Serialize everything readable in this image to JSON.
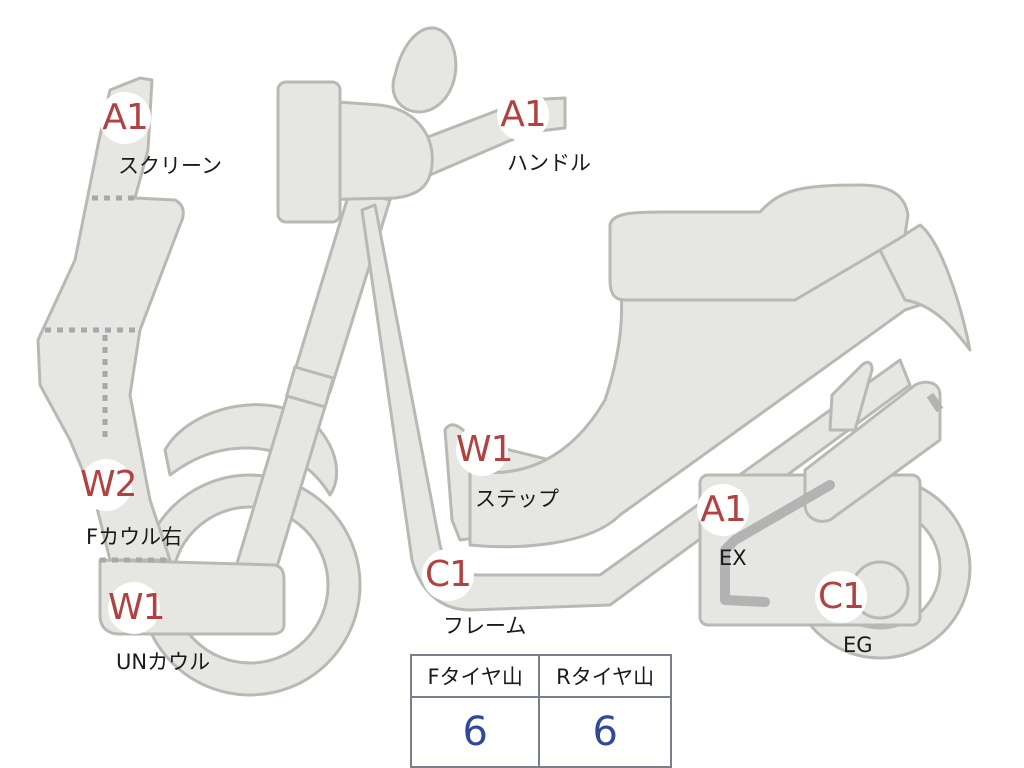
{
  "parts": {
    "screen": {
      "grade": "A1",
      "name": "スクリーン"
    },
    "handle": {
      "grade": "A1",
      "name": "ハンドル"
    },
    "step": {
      "grade": "W1",
      "name": "ステップ"
    },
    "f_cowl_r": {
      "grade": "W2",
      "name": "Fカウル右"
    },
    "frame": {
      "grade": "C1",
      "name": "フレーム"
    },
    "exhaust": {
      "grade": "A1",
      "name": "EX"
    },
    "un_cowl": {
      "grade": "W1",
      "name": "UNカウル"
    },
    "engine": {
      "grade": "C1",
      "name": "EG"
    }
  },
  "tire_table": {
    "headers": [
      "Fタイヤ山",
      "Rタイヤ山"
    ],
    "values": [
      "6",
      "6"
    ]
  },
  "colors": {
    "grade_text": "#b04242",
    "value_text": "#2f4a9a",
    "part_fill": "#e6e6e2",
    "part_stroke": "#b9b9b4"
  }
}
